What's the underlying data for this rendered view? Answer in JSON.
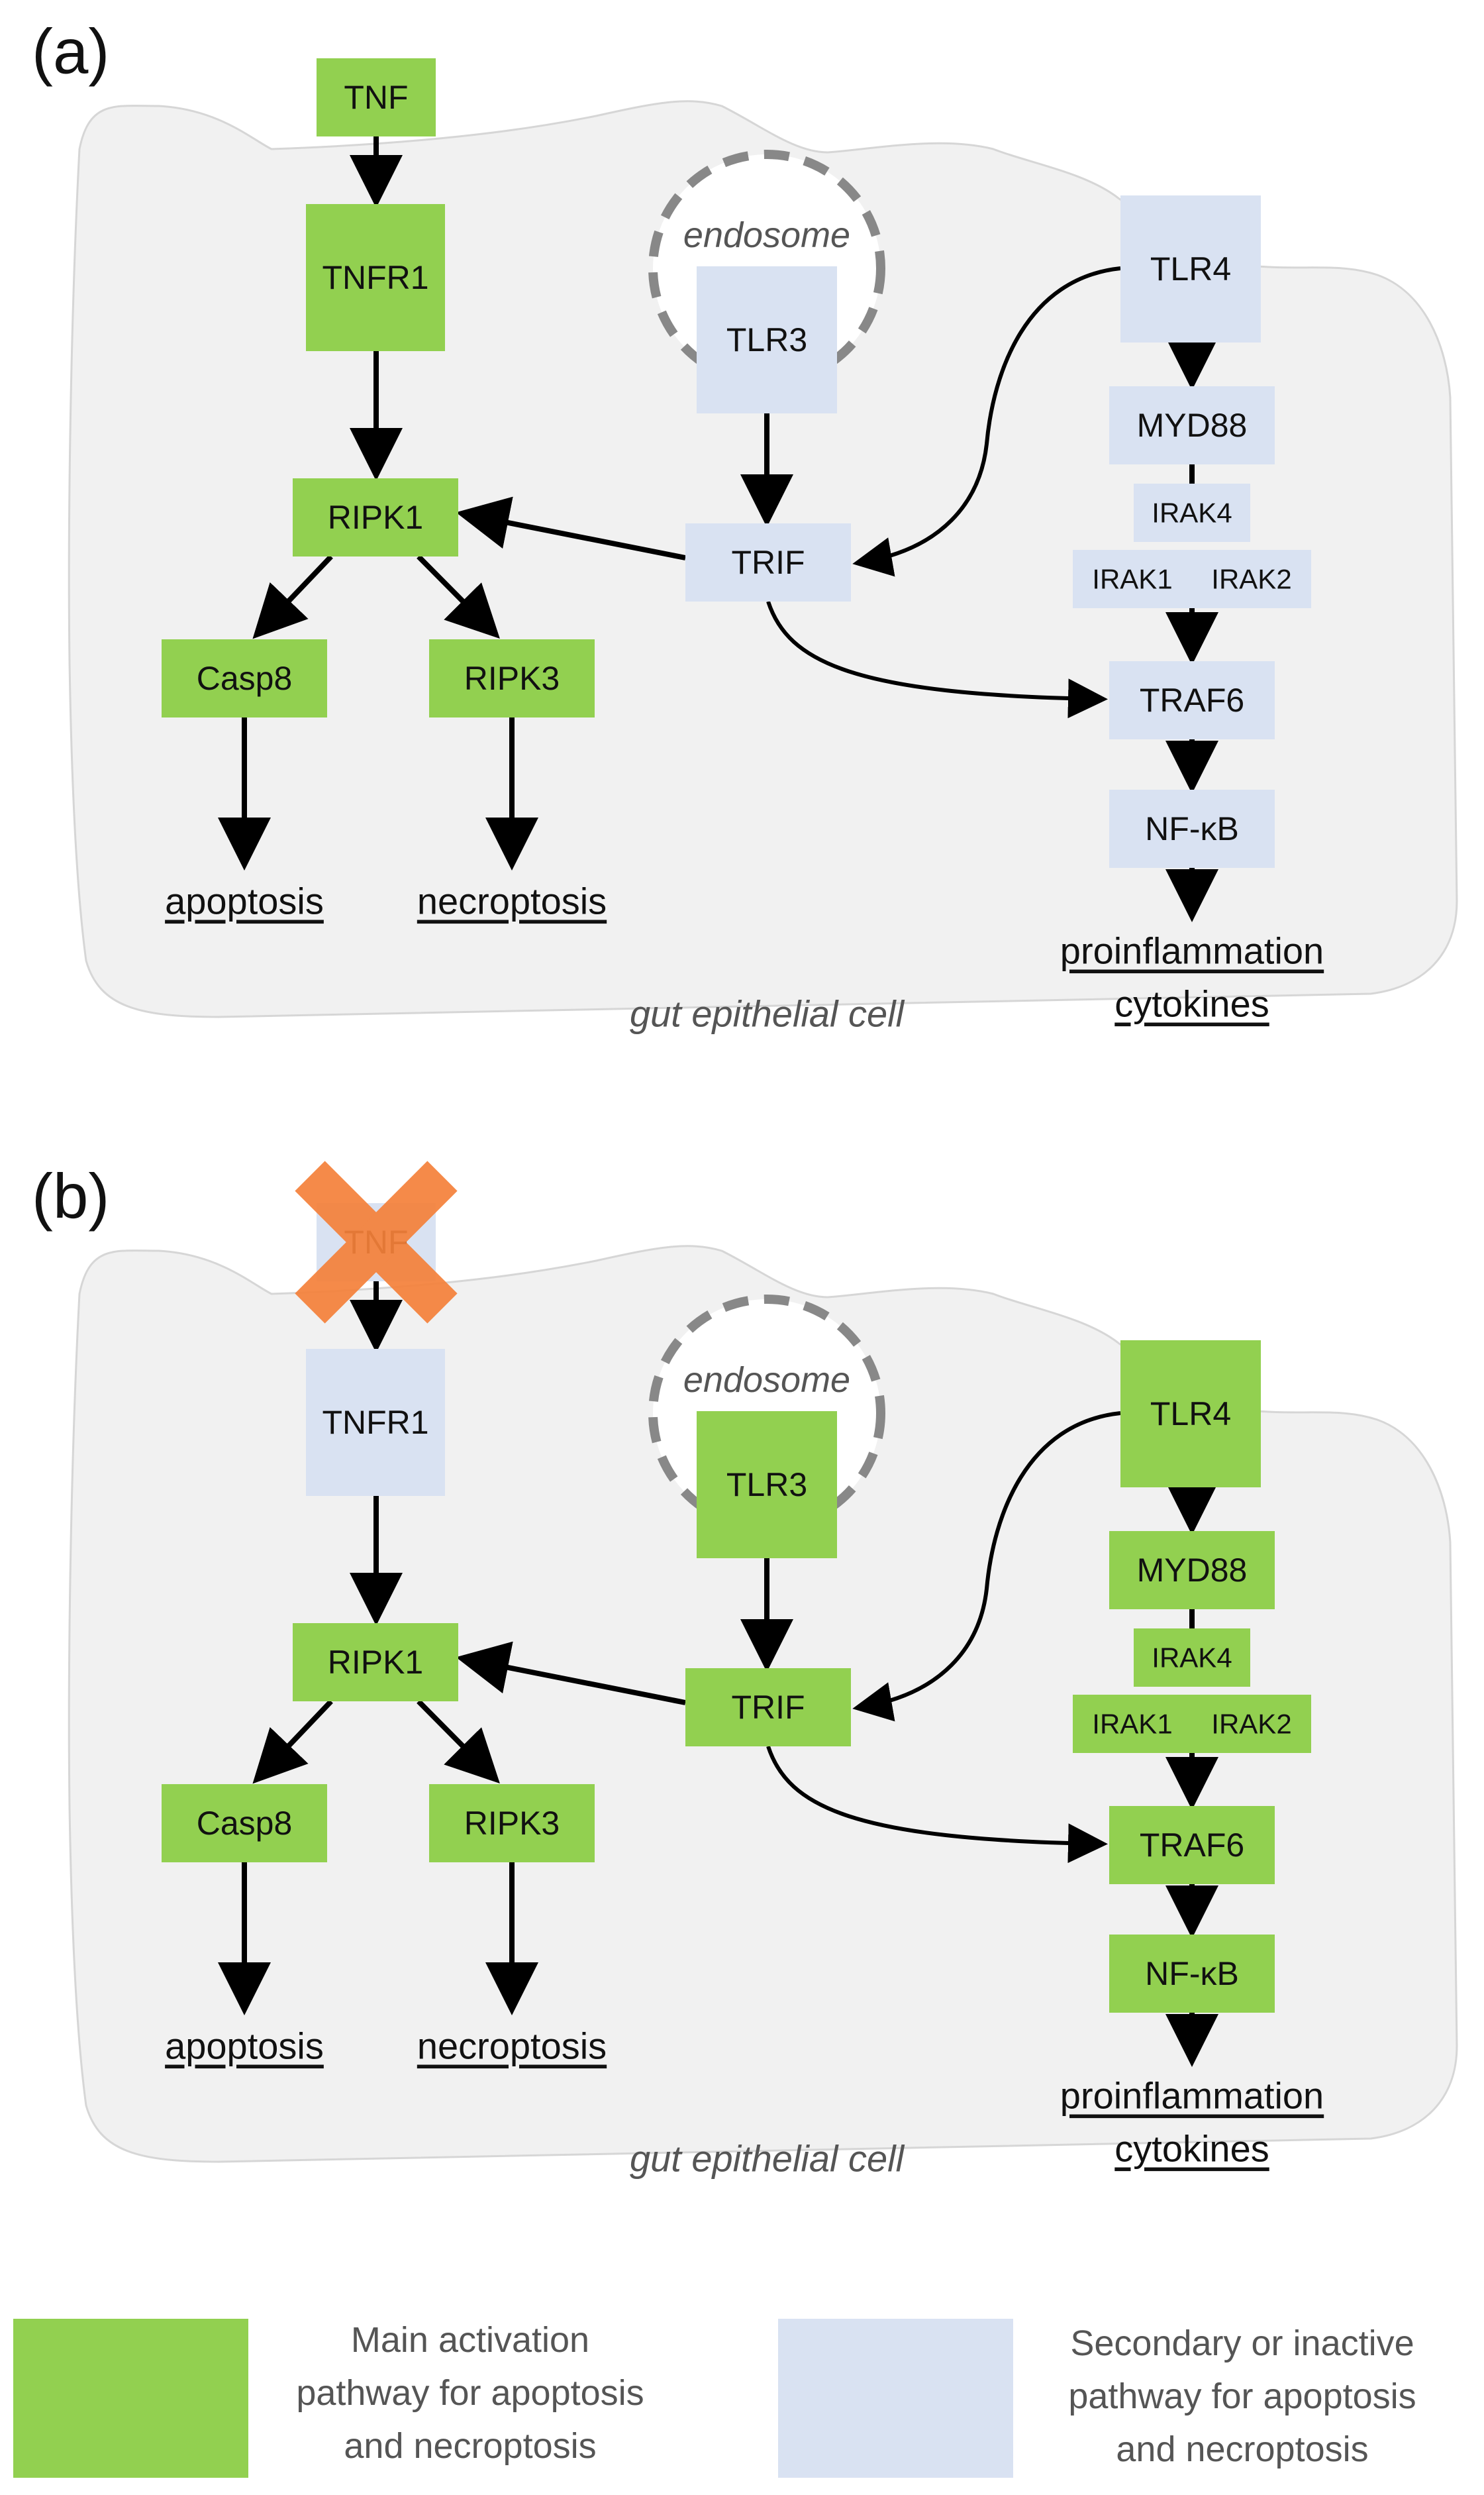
{
  "colors": {
    "main": "#92d050",
    "secondary": "#d9e2f2",
    "cell": "#f1f1f1",
    "cross": "#f5813a"
  },
  "panels": [
    {
      "label": "(a)",
      "endosome": "endosome",
      "cell_label": "gut epithelial cell",
      "nodes": {
        "tnf": "TNF",
        "tnfr1": "TNFR1",
        "ripk1": "RIPK1",
        "casp8": "Casp8",
        "ripk3": "RIPK3",
        "tlr3": "TLR3",
        "trif": "TRIF",
        "tlr4": "TLR4",
        "myd88": "MYD88",
        "irak4": "IRAK4",
        "irak1": "IRAK1",
        "irak2": "IRAK2",
        "traf6": "TRAF6",
        "nfkb": "NF-κB"
      },
      "outcomes": {
        "apoptosis": "apoptosis",
        "necroptosis": "necroptosis",
        "proinflammation": "proinflammation",
        "cytokines": "cytokines"
      }
    },
    {
      "label": "(b)",
      "endosome": "endosome",
      "cell_label": "gut epithelial cell",
      "nodes": {
        "tnf": "TNF",
        "tnfr1": "TNFR1",
        "ripk1": "RIPK1",
        "casp8": "Casp8",
        "ripk3": "RIPK3",
        "tlr3": "TLR3",
        "trif": "TRIF",
        "tlr4": "TLR4",
        "myd88": "MYD88",
        "irak4": "IRAK4",
        "irak1": "IRAK1",
        "irak2": "IRAK2",
        "traf6": "TRAF6",
        "nfkb": "NF-κB"
      },
      "outcomes": {
        "apoptosis": "apoptosis",
        "necroptosis": "necroptosis",
        "proinflammation": "proinflammation",
        "cytokines": "cytokines"
      }
    }
  ],
  "legend": {
    "main_lines": [
      "Main activation",
      "pathway for apoptosis",
      "and necroptosis"
    ],
    "secondary_lines": [
      "Secondary or inactive",
      "pathway for apoptosis",
      "and necroptosis"
    ]
  }
}
